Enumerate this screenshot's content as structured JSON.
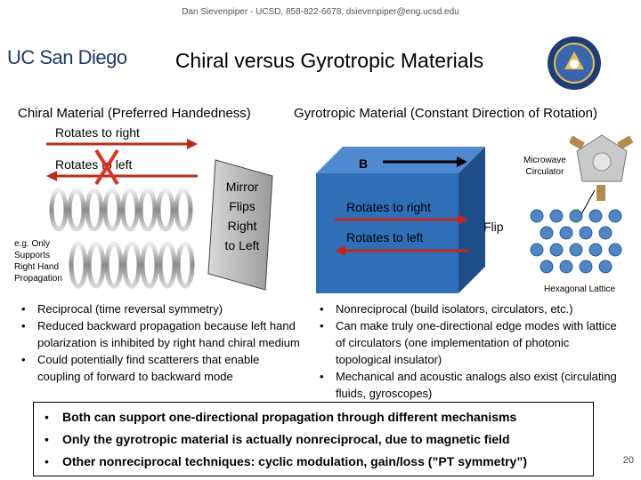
{
  "header": {
    "contact": "Dan Sievenpiper - UCSD, 858-822-6678, dsievenpiper@eng.ucsd.edu"
  },
  "logo": {
    "text": "UC San Diego"
  },
  "title": "Chiral versus Gyrotropic Materials",
  "left": {
    "heading": "Chiral Material (Preferred Handedness)",
    "rotates_right": "Rotates to right",
    "rotates_left": "Rotates to left",
    "mirror": [
      "Mirror",
      "Flips",
      "Right",
      "to Left"
    ],
    "example": [
      "e.g. Only",
      "Supports",
      "Right Hand",
      "Propagation"
    ],
    "bullets": [
      "Reciprocal (time reversal symmetry)",
      "Reduced backward propagation because left hand polarization is inhibited by right hand chiral medium",
      "Could potentially find scatterers that enable coupling of forward to backward mode"
    ]
  },
  "right": {
    "heading": "Gyrotropic Material (Constant Direction of Rotation)",
    "field_label": "B",
    "rotates_right": "Rotates to right",
    "rotates_left": "Rotates to left",
    "flip": "Flip",
    "circulator": [
      "Microwave",
      "Circulator"
    ],
    "lattice": "Hexagonal Lattice",
    "bullets": [
      "Nonreciprocal (build isolators, circulators, etc.)",
      "Can make truly one-directional edge modes with lattice of circulators (one implementation of photonic topological insulator)",
      "Mechanical and acoustic analogs also exist (circulating fluids, gyroscopes)"
    ]
  },
  "summary": [
    "Both can support one-directional propagation through different mechanisms",
    "Only the gyrotropic material is actually nonreciprocal, due to magnetic field",
    "Other nonreciprocal techniques: cyclic modulation, gain/loss (”PT symmetry”)"
  ],
  "page_number": "20",
  "colors": {
    "arrow_red": "#c0281e",
    "cross_red": "#e0301e",
    "cube_blue": "#2f6fb8",
    "circulator_blue": "#4f86c6",
    "logo_blue": "#1d3a6b"
  }
}
